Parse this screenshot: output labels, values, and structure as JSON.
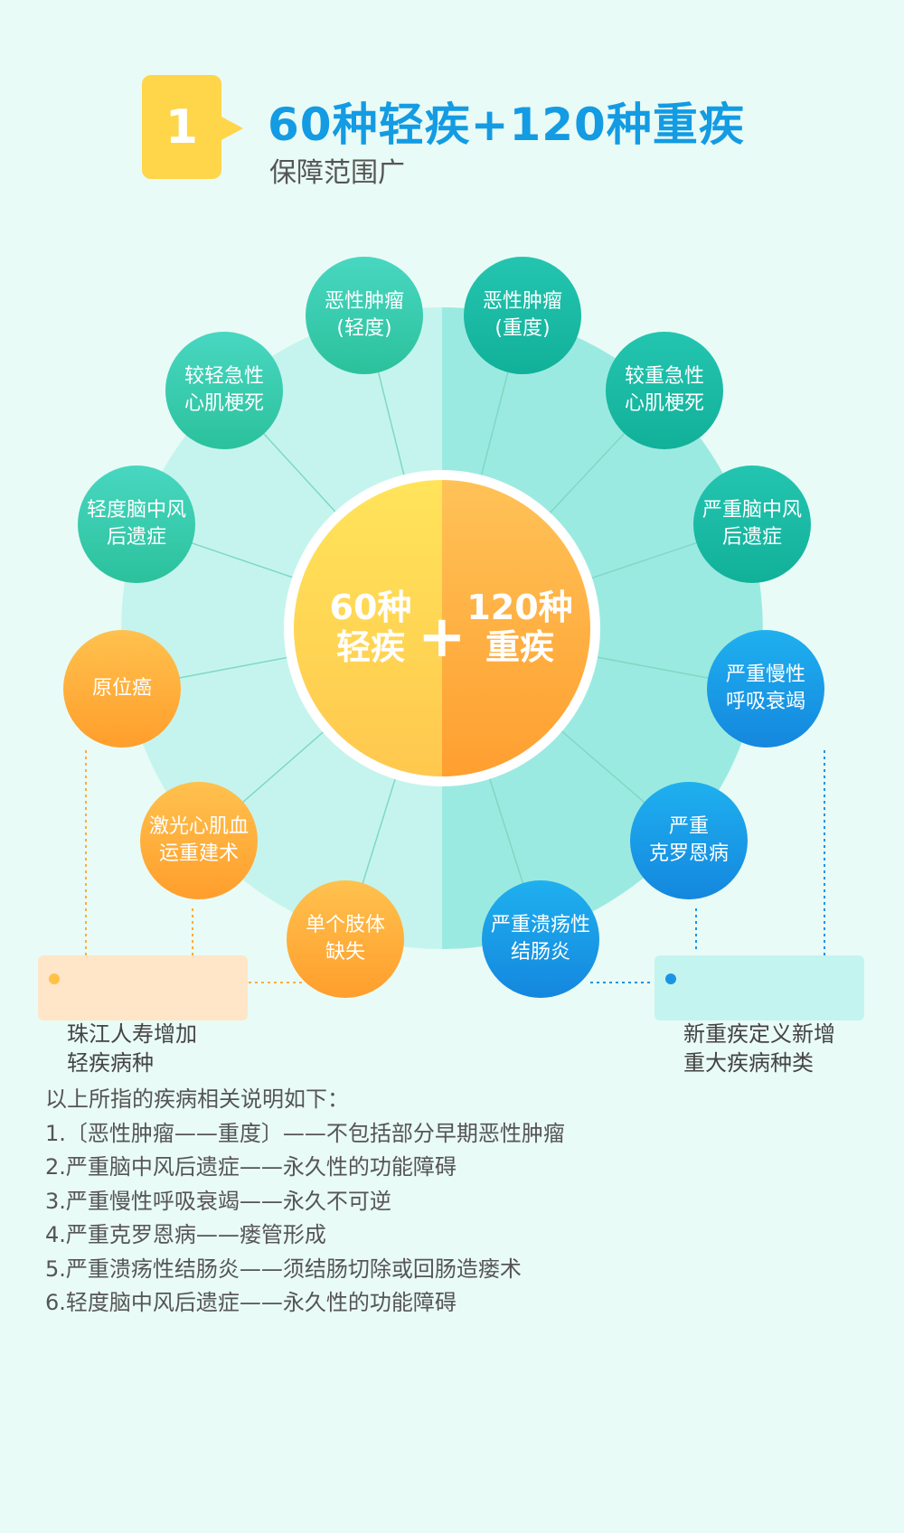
{
  "header": {
    "number": "1",
    "title": "60种轻疾+120种重疾",
    "subtitle": "保障范围广"
  },
  "center": {
    "left_label": "60种\n轻疾",
    "plus": "+",
    "right_label": "120种\n重疾"
  },
  "mild_diseases": [
    "恶性肿瘤\n(轻度)",
    "较轻急性\n心肌梗死",
    "轻度脑中风\n后遗症",
    "原位癌",
    "激光心肌血\n运重建术",
    "单个肢体\n缺失"
  ],
  "severe_diseases": [
    "恶性肿瘤\n(重度)",
    "较重急性\n心肌梗死",
    "严重脑中风\n后遗症",
    "严重慢性\n呼吸衰竭",
    "严重\n克罗恩病",
    "严重溃疡性\n结肠炎"
  ],
  "legend": {
    "mild_note": "珠江人寿增加\n轻疾病种",
    "severe_note": "新重疾定义新增\n重大疾病种类"
  },
  "notes": {
    "intro": "以上所指的疾病相关说明如下：",
    "items": [
      "1.〔恶性肿瘤——重度〕——不包括部分早期恶性肿瘤",
      "2.严重脑中风后遗症——永久性的功能障碍",
      "3.严重慢性呼吸衰竭——永久不可逆",
      "4.严重克罗恩病——瘘管形成",
      "5.严重溃疡性结肠炎——须结肠切除或回肠造瘘术",
      "6.轻度脑中风后遗症——永久性的功能障碍"
    ]
  },
  "colors": {
    "title_blue": "#139be3",
    "badge_yellow": "#ffd54a",
    "mild_teal": "#41cfb5",
    "mild_orange": "#ffac3a",
    "severe_teal": "#1bbfa6",
    "severe_blue": "#1a95e6",
    "mild_note_bg": "#ffe6c8",
    "severe_note_bg": "#c4f4ef"
  }
}
